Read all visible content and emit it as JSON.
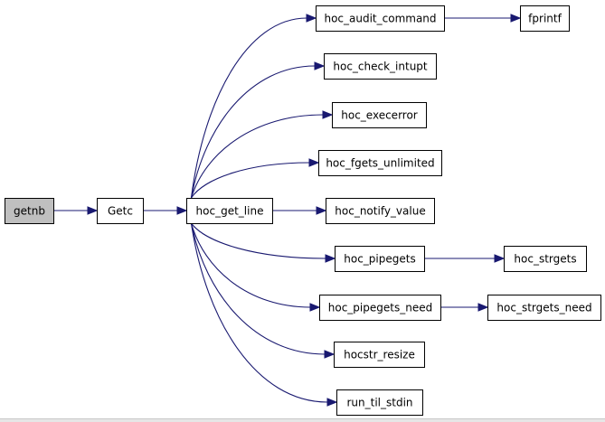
{
  "diagram": {
    "colors": {
      "edge": "#191970",
      "node_fill": "#ffffff",
      "root_fill": "#bfbfbf",
      "border": "#000000"
    },
    "nodes": [
      {
        "id": "getnb",
        "label": "getnb",
        "root": true
      },
      {
        "id": "Getc",
        "label": "Getc"
      },
      {
        "id": "hoc_get_line",
        "label": "hoc_get_line"
      },
      {
        "id": "hoc_audit_command",
        "label": "hoc_audit_command"
      },
      {
        "id": "fprintf",
        "label": "fprintf"
      },
      {
        "id": "hoc_check_intupt",
        "label": "hoc_check_intupt"
      },
      {
        "id": "hoc_execerror",
        "label": "hoc_execerror"
      },
      {
        "id": "hoc_fgets_unlimited",
        "label": "hoc_fgets_unlimited"
      },
      {
        "id": "hoc_notify_value",
        "label": "hoc_notify_value"
      },
      {
        "id": "hoc_pipegets",
        "label": "hoc_pipegets"
      },
      {
        "id": "hoc_strgets",
        "label": "hoc_strgets"
      },
      {
        "id": "hoc_pipegets_need",
        "label": "hoc_pipegets_need"
      },
      {
        "id": "hoc_strgets_need",
        "label": "hoc_strgets_need"
      },
      {
        "id": "hocstr_resize",
        "label": "hocstr_resize"
      },
      {
        "id": "run_til_stdin",
        "label": "run_til_stdin"
      }
    ],
    "edges": [
      {
        "from": "getnb",
        "to": "Getc"
      },
      {
        "from": "Getc",
        "to": "hoc_get_line"
      },
      {
        "from": "hoc_get_line",
        "to": "hoc_audit_command"
      },
      {
        "from": "hoc_get_line",
        "to": "hoc_check_intupt"
      },
      {
        "from": "hoc_get_line",
        "to": "hoc_execerror"
      },
      {
        "from": "hoc_get_line",
        "to": "hoc_fgets_unlimited"
      },
      {
        "from": "hoc_get_line",
        "to": "hoc_notify_value"
      },
      {
        "from": "hoc_get_line",
        "to": "hoc_pipegets"
      },
      {
        "from": "hoc_get_line",
        "to": "hoc_pipegets_need"
      },
      {
        "from": "hoc_get_line",
        "to": "hocstr_resize"
      },
      {
        "from": "hoc_get_line",
        "to": "run_til_stdin"
      },
      {
        "from": "hoc_audit_command",
        "to": "fprintf"
      },
      {
        "from": "hoc_pipegets",
        "to": "hoc_strgets"
      },
      {
        "from": "hoc_pipegets_need",
        "to": "hoc_strgets_need"
      }
    ]
  }
}
